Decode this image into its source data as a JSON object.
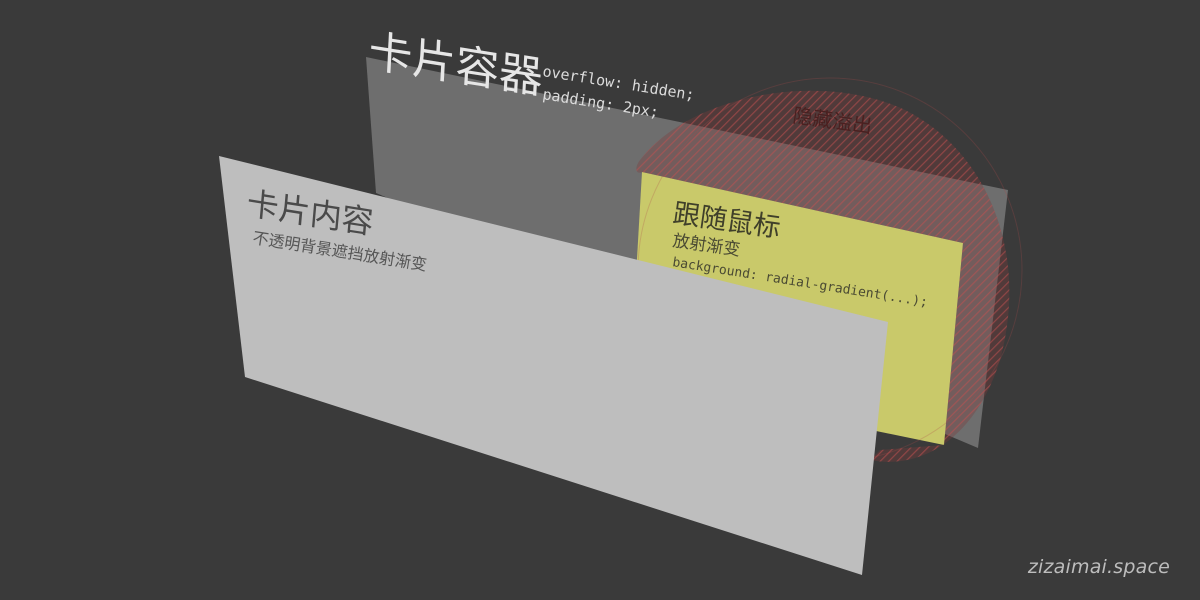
{
  "container": {
    "title": "卡片容器",
    "code_lines": [
      "overflow: hidden;",
      "padding: 2px;"
    ]
  },
  "overflow_region": {
    "label": "隐藏溢出"
  },
  "gradient_layer": {
    "title": "跟随鼠标",
    "subtitle": "放射渐变",
    "code": "background: radial-gradient(...);"
  },
  "content_card": {
    "title": "卡片内容",
    "subtitle": "不透明背景遮挡放射渐变"
  },
  "watermark": "zizaimai.space",
  "colors": {
    "background": "#3a3a3a",
    "container": "#6b6b6b",
    "gradient": "#d4d46a",
    "overflow": "#b04a4a",
    "card": "#bfbfbf"
  }
}
